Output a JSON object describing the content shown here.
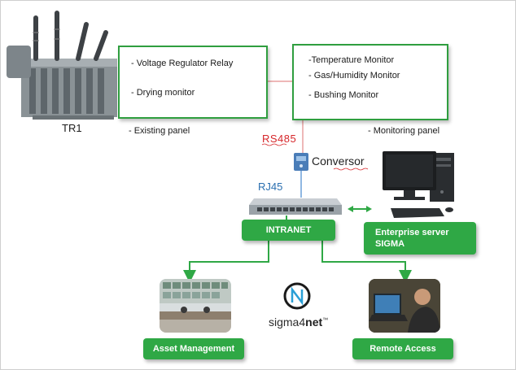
{
  "transformer": {
    "label": "TR1"
  },
  "existing_panel": {
    "items": [
      "- Voltage Regulator Relay",
      "- Drying monitor"
    ],
    "caption": "- Existing panel"
  },
  "monitoring_panel": {
    "items": [
      "-Temperature Monitor",
      "- Gas/Humidity Monitor",
      "- Bushing Monitor"
    ],
    "caption": "- Monitoring panel"
  },
  "labels": {
    "rs485": "RS485",
    "conversor": "Conversor",
    "rj45": "RJ45"
  },
  "nodes": {
    "intranet": "INTRANET",
    "enterprise_server_line1": "Enterprise server",
    "enterprise_server_line2": "SIGMA",
    "asset_management": "Asset Management",
    "remote_access": "Remote Access"
  },
  "logo": {
    "text_plain": "sigma4",
    "text_bold": "net",
    "trademark": "™"
  },
  "colors": {
    "green": "#2fa845",
    "red_link": "#e8a0a0",
    "accent_red": "#d6262a",
    "rj45_blue": "#2a6fb0"
  }
}
